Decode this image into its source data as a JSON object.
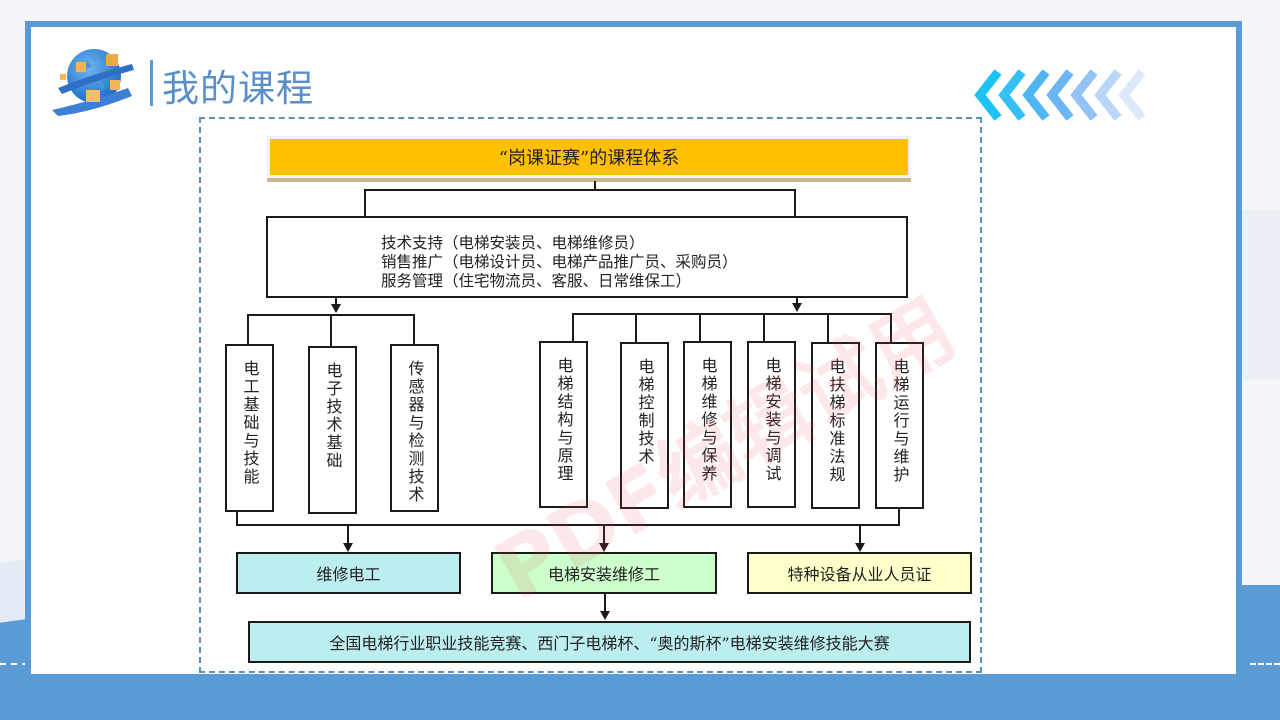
{
  "header": {
    "title": "我的课程",
    "logo_icon": "globe-logistics-icon",
    "decoration_icon": "chevrons-left-icon"
  },
  "colors": {
    "accent": "#5b9bd5",
    "title_box": "#ffc000",
    "cyan_box": "#bdeeef",
    "green_box": "#ccffcc",
    "yellow_box": "#ffffcc"
  },
  "diagram": {
    "title": "“岗课证赛”的课程体系",
    "roles": [
      "技术支持（电梯安装员、电梯维修员）",
      "销售推广（电梯设计员、电梯产品推广员、采购员）",
      "服务管理（住宅物流员、客服、日常维保工）"
    ],
    "left_courses": [
      "电工基础与技能",
      "电子技术基础",
      "传感器与检测技术"
    ],
    "right_courses": [
      "电梯结构与原理",
      "电梯控制技术",
      "电梯维修与保养",
      "电梯安装与调试",
      "电扶梯标准法规",
      "电梯运行与维护"
    ],
    "certificates": [
      "维修电工",
      "电梯安装维修工",
      "特种设备从业人员证"
    ],
    "competitions": "全国电梯行业职业技能竞赛、西门子电梯杯、“奥的斯杯”电梯安装维修技能大赛"
  },
  "watermark": "PDF编辑试用"
}
